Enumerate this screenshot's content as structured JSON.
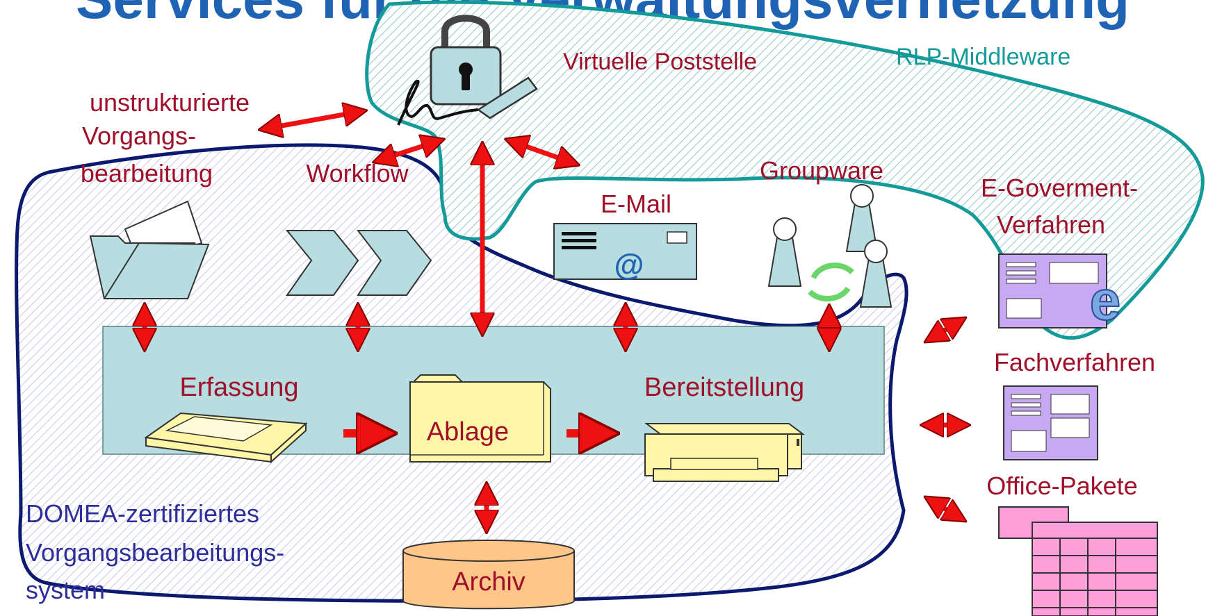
{
  "title": "Services für die Verwaltungsvernetzung",
  "middleware": {
    "name": "RLP-Middleware",
    "poststelle": "Virtuelle Poststelle"
  },
  "left": {
    "unstructured": [
      "unstrukturierte",
      "Vorgangs-",
      "bearbeitung"
    ],
    "workflow": "Workflow"
  },
  "center": {
    "email": "E-Mail",
    "email_symbol": "@",
    "groupware": "Groupware"
  },
  "right": {
    "egov": [
      "E-Goverment-",
      "Verfahren"
    ],
    "egov_symbol": "e",
    "fach": "Fachverfahren",
    "office": "Office-Pakete"
  },
  "core": {
    "erfassung": "Erfassung",
    "ablage": "Ablage",
    "bereitstellung": "Bereitstellung",
    "archiv": "Archiv"
  },
  "domea": [
    "DOMEA-zertifiziertes",
    "Vorgangsbearbeitungs-",
    "system"
  ],
  "colors": {
    "title": "#1f64b4",
    "dark_red": "#a0102a",
    "teal": "#159a9a",
    "navy": "#0b1a6e",
    "blue_text": "#2e2e9a",
    "light_teal": "#b7dde0",
    "arrow_red": "#ee1111",
    "yellow": "#fff6a8",
    "purple": "#c7a8f2",
    "pink": "#ff9ed8",
    "orange": "#ffc68a"
  }
}
